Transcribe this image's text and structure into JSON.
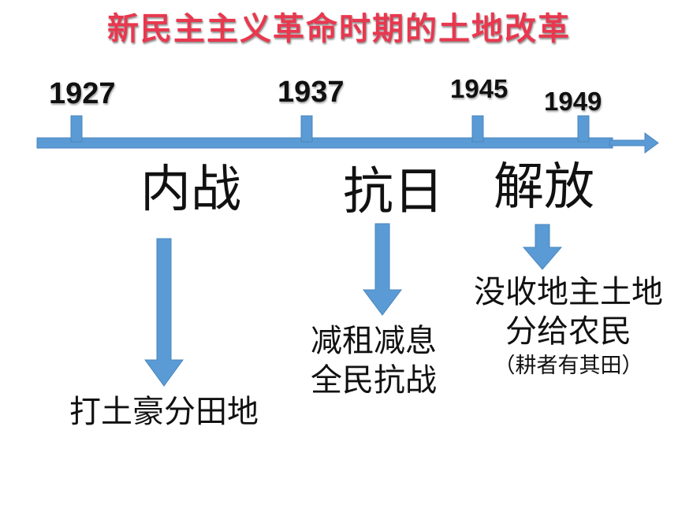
{
  "title": "新民主主义革命时期的土地改革",
  "colors": {
    "title": "#e8384f",
    "timeline": "#5b9bd5",
    "timeline_stroke": "#4a86bd",
    "text": "#111111"
  },
  "timeline": {
    "years": [
      "1927",
      "1937",
      "1945",
      "1949"
    ]
  },
  "periods": [
    {
      "name": "内战",
      "policy_lines": [
        "打土豪分田地"
      ]
    },
    {
      "name": "抗日",
      "policy_lines": [
        "减租减息",
        "全民抗战"
      ]
    },
    {
      "name": "解放",
      "policy_lines": [
        "没收地主土地",
        "分给农民"
      ],
      "note": "（耕者有其田）"
    }
  ]
}
